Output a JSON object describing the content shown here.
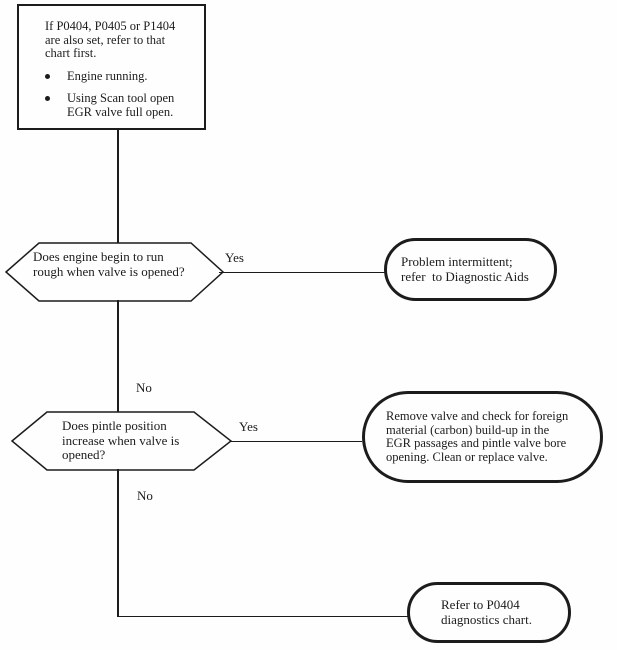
{
  "meta": {
    "ink_color": "#1c1c1c",
    "background_color": "#fefefe"
  },
  "flowchart": {
    "entry": {
      "note": "If P0404, P0405 or P1404\nare also set, refer to that\nchart first.",
      "bullets": [
        "Engine running.",
        "Using Scan tool open\nEGR valve full open."
      ]
    },
    "decision_engine_rough": {
      "question": "Does engine begin to run\nrough when valve is opened?",
      "yes_label": "Yes",
      "no_label": "No"
    },
    "outcome_intermittent": {
      "text": "Problem intermittent;\nrefer  to Diagnostic Aids"
    },
    "decision_pintle_position": {
      "question": "Does pintle position\nincrease when valve is\nopened?",
      "yes_label": "Yes",
      "no_label": "No"
    },
    "outcome_clean_valve": {
      "text": "Remove valve and check for foreign\nmaterial (carbon) build-up in the\nEGR passages and pintle valve bore\nopening. Clean or replace valve."
    },
    "outcome_refer_p0404": {
      "text": "Refer to P0404\ndiagnostics chart."
    }
  }
}
